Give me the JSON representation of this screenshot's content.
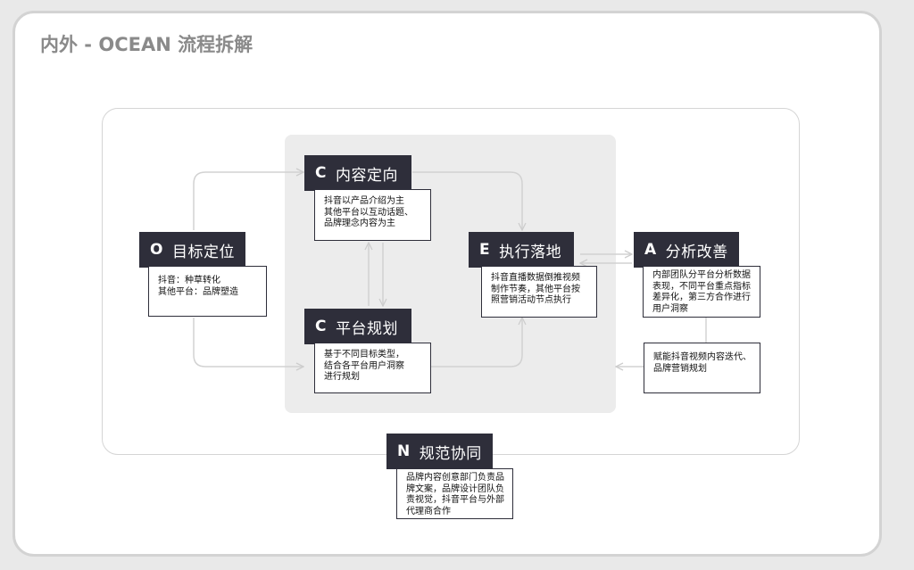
{
  "title": "内外 - OCEAN 流程拆解",
  "nodes": {
    "o": {
      "letter": "O",
      "title": "目标定位",
      "text": "抖音：种草转化\n其他平台：品牌塑造"
    },
    "c1": {
      "letter": "C",
      "title": "内容定向",
      "text": "抖音以产品介绍为主\n其他平台以互动话题、\n品牌理念内容为主"
    },
    "c2": {
      "letter": "C",
      "title": "平台规划",
      "text": "基于不同目标类型，\n结合各平台用户洞察\n进行规划"
    },
    "e": {
      "letter": "E",
      "title": "执行落地",
      "text": "抖音直播数据倒推视频\n制作节奏，其他平台按\n照营销活动节点执行"
    },
    "a": {
      "letter": "A",
      "title": "分析改善",
      "text": "内部团队分平台分析数据\n表现，不同平台重点指标\n差异化，第三方合作进行\n用户洞察",
      "feedback": "赋能抖音视频内容迭代、\n品牌营销规划"
    },
    "n": {
      "letter": "N",
      "title": "规范协同",
      "text": "品牌内容创意部门负责品\n牌文案，品牌设计团队负\n责视觉，抖音平台与外部\n代理商合作"
    }
  },
  "colors": {
    "dark": "#2e2e3a",
    "line": "#d0d0d0",
    "panel": "#ececec"
  }
}
